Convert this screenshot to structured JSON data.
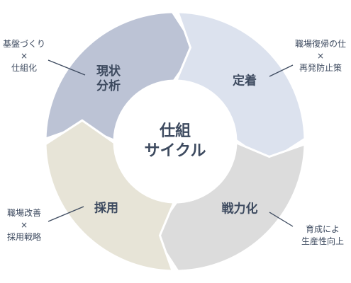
{
  "diagram": {
    "center": {
      "line1": "仕組",
      "line2": "サイクル"
    },
    "segments": [
      {
        "id": "genjo",
        "line1": "現状",
        "line2": "分析",
        "color": "#bcc3d5"
      },
      {
        "id": "teichaku",
        "line1": "定着",
        "line2": "",
        "color": "#dce2ee"
      },
      {
        "id": "senryoku",
        "line1": "戦力化",
        "line2": "",
        "color": "#dcdcdc"
      },
      {
        "id": "saiyo",
        "line1": "採用",
        "line2": "",
        "color": "#e7e4d7"
      }
    ],
    "notes": {
      "top_left": {
        "line1": "基盤づくり",
        "line2": "×",
        "line3": "仕組化"
      },
      "top_right": {
        "line1": "職場復帰の仕",
        "line2": "×",
        "line3": "再発防止策"
      },
      "bottom_left": {
        "line1": "職場改善",
        "line2": "×",
        "line3": "採用戦略"
      },
      "bottom_right": {
        "line1": "育成によ",
        "line2": "生産性向上"
      }
    },
    "line_color": "#3d4a5f"
  }
}
